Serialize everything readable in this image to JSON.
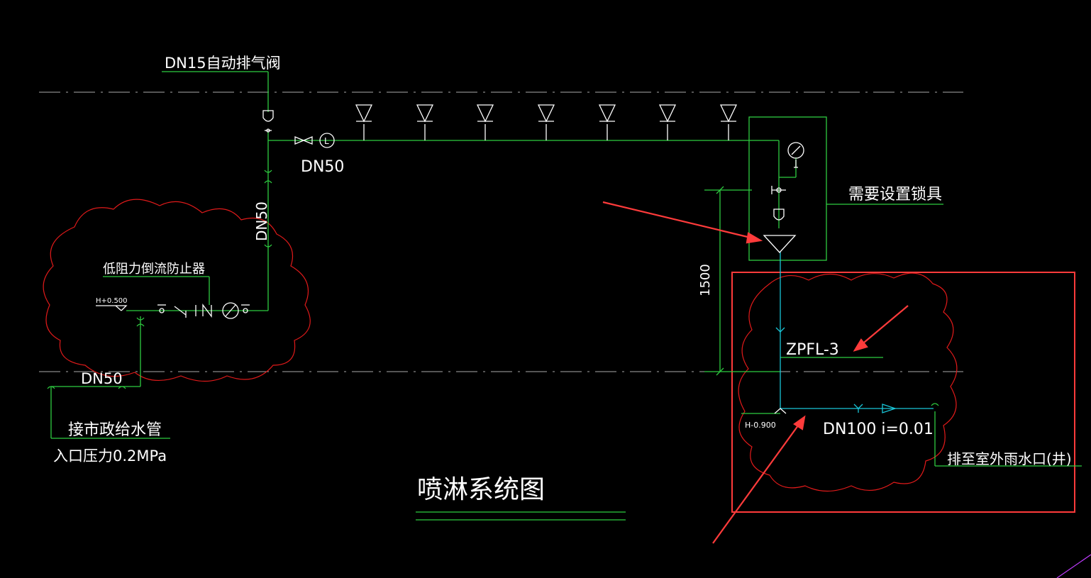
{
  "colors": {
    "background": "#000000",
    "pipe": "#2ecc40",
    "symbol": "#ffffff",
    "cloud": "#e01a1a",
    "annotation": "#ff3b3b",
    "cyan": "#19c6d8",
    "center_line": "#bbbbbb"
  },
  "labels": {
    "air_valve": "DN15自动排气阀",
    "dn50_top": "DN50",
    "dn50_vertical": "DN50",
    "backflow": "低阻力倒流防止器",
    "h_plus": "H+0.500",
    "dn50_bottom": "DN50",
    "inlet_1": "接市政给水管",
    "inlet_2": "入口压力0.2MPa",
    "lock": "需要设置锁具",
    "height_1500": "1500",
    "zpfl": "ZPFL-3",
    "h_minus": "H-0.900",
    "drain_pipe": "DN100 i=0.01",
    "outlet": "排至室外雨水口(井)",
    "title": "喷淋系统图"
  }
}
